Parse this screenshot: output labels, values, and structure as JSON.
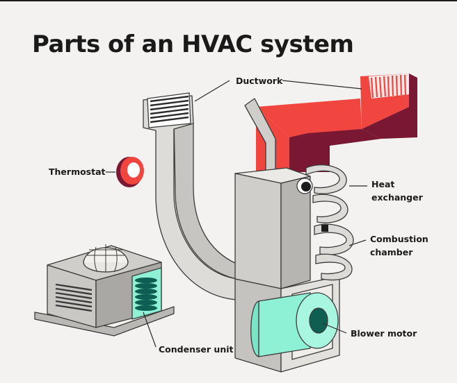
{
  "title": "Parts of an HVAC system",
  "labels": {
    "ductwork": "Ductwork",
    "thermostat": "Thermostat",
    "heat_exchanger_line1": "Heat",
    "heat_exchanger_line2": "exchanger",
    "combustion_line1": "Combustion",
    "combustion_line2": "chamber",
    "blower_motor": "Blower motor",
    "condenser_unit": "Condenser unit"
  },
  "colors": {
    "background": "#f3f2f0",
    "supply_duct": "#f0463f",
    "supply_duct_dark": "#7a1732",
    "return_duct": "#d4d3d0",
    "furnace": "#cfcecb",
    "blower": "#8ef0d4",
    "outline": "#3a3a3a",
    "text": "#1a1a1a"
  }
}
